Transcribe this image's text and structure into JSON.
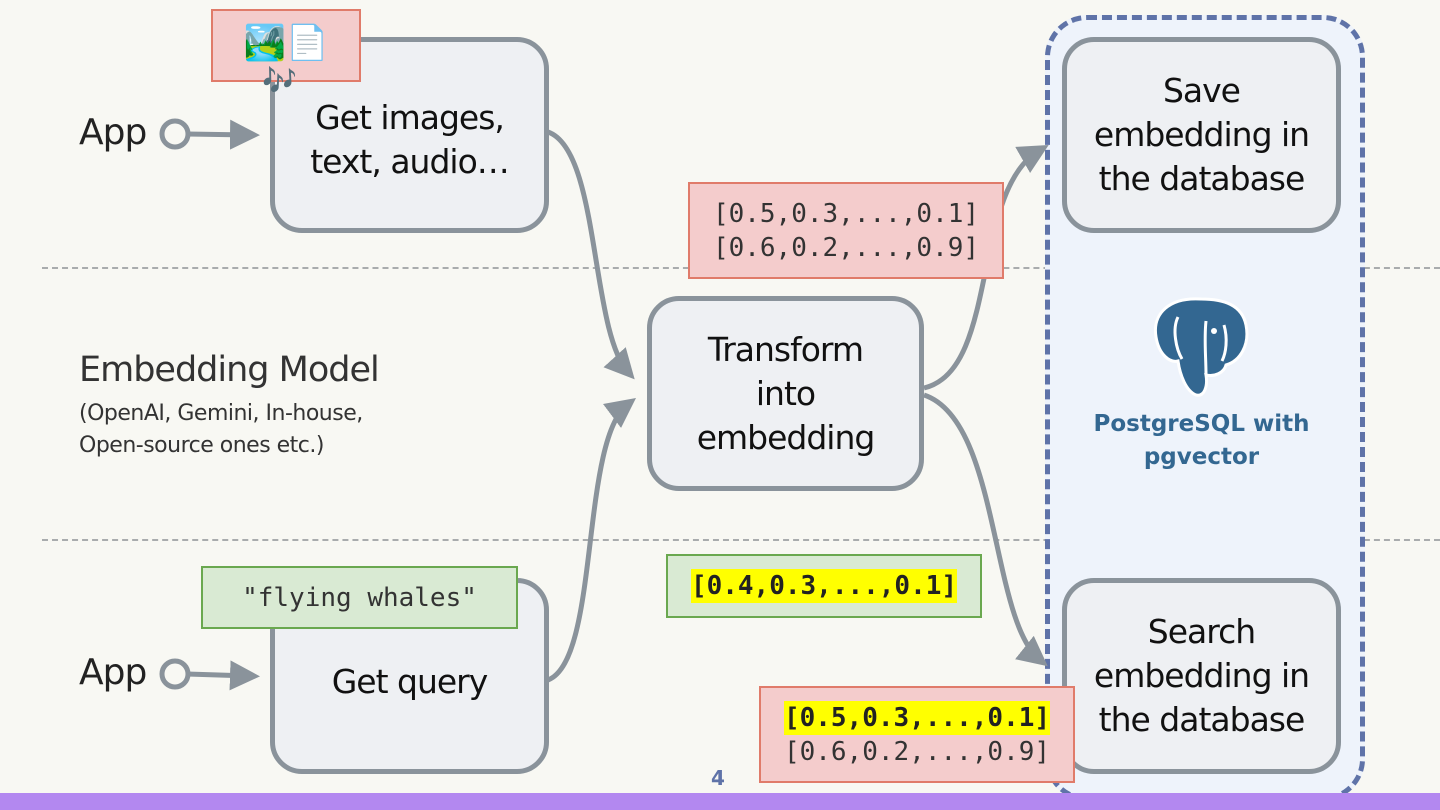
{
  "rows": {
    "app_top": "App",
    "app_bottom": "App",
    "model_title": "Embedding Model",
    "model_subtitle": "(OpenAI, Gemini, In-house,\nOpen-source ones etc.)"
  },
  "nodes": {
    "get_data": "Get images,\ntext, audio…",
    "get_query": "Get query",
    "transform": "Transform\ninto\nembedding",
    "save": "Save\nembedding in\nthe database",
    "search": "Search\nembedding in\nthe database"
  },
  "media_icons": [
    "image-icon",
    "document-icon",
    "music-notes-icon"
  ],
  "media_glyphs": {
    "image": "🏞️",
    "document": "📄",
    "music": "🎶"
  },
  "query_text": "\"flying whales\"",
  "vectors_stored": [
    "[0.5,0.3,...,0.1]",
    "[0.6,0.2,...,0.9]"
  ],
  "query_vector": "[0.4,0.3,...,0.1]",
  "search_results": [
    "[0.5,0.3,...,0.1]",
    "[0.6,0.2,...,0.9]"
  ],
  "database": {
    "label": "PostgreSQL with\npgvector",
    "icon": "postgresql-elephant-icon",
    "color": "#336791",
    "border_color": "#5f73a8"
  },
  "page_number": "4",
  "colors": {
    "accent_bar": "#b388f0",
    "arrow": "#8a939b",
    "highlight": "#ffff00"
  }
}
